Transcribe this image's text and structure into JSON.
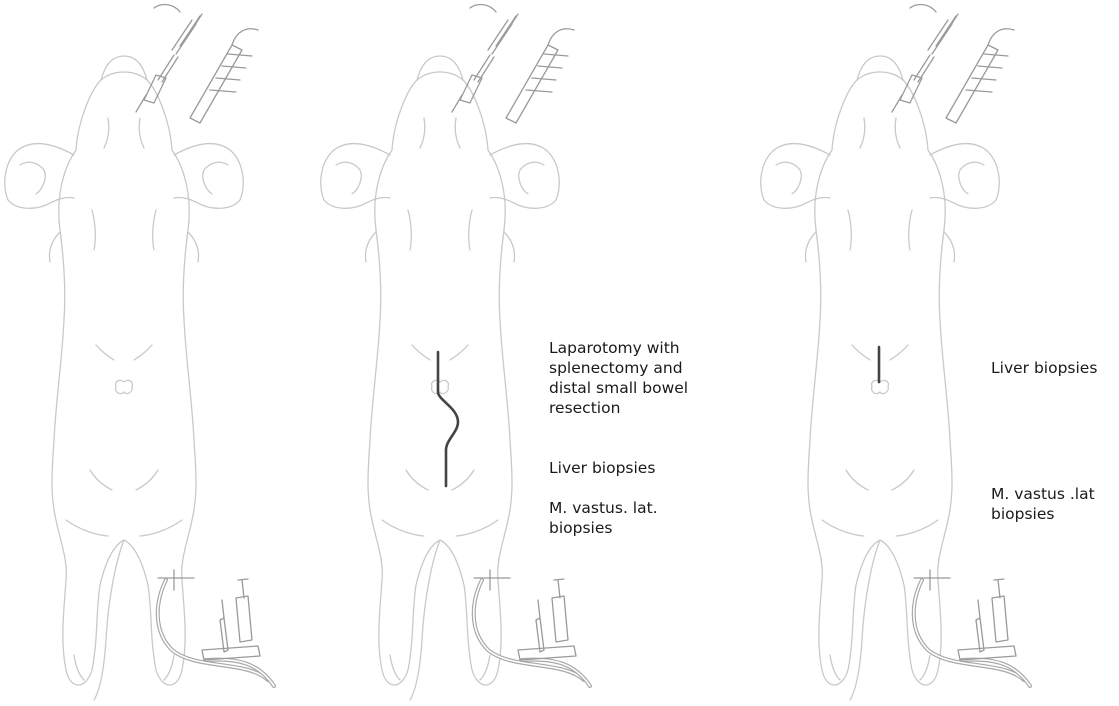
{
  "panels": [
    {
      "id": "left",
      "labels": []
    },
    {
      "id": "middle",
      "incision": "long-curved",
      "labels": [
        "Laparotomy with\nsplenectomy and\ndistal small bowel\nresection",
        "Liver biopsies",
        "M. vastus. lat.\nbiopsies"
      ]
    },
    {
      "id": "right",
      "incision": "short-straight",
      "labels": [
        "Liver biopsies",
        "M. vastus .lat\nbiopsies"
      ]
    }
  ],
  "colors": {
    "outline": "#c9c9c9",
    "devices": "#9a9a9a",
    "incision": "#444444",
    "text": "#1a1a1a"
  }
}
